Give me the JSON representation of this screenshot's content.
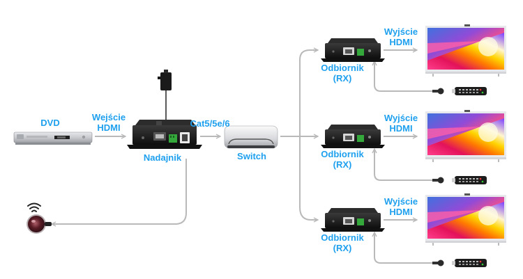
{
  "colors": {
    "label": "#1ea0ee",
    "connector": "#b9b9b9",
    "device_body": "#1b1b1b",
    "background": "#ffffff"
  },
  "source": {
    "name": "DVD",
    "output_label_line1": "Wejście",
    "output_label_line2": "HDMI",
    "icon": "dvd-player-icon"
  },
  "transmitter": {
    "name": "Nadajnik",
    "power_icon": "power-adapter-icon",
    "icon": "hdmi-extender-transmitter-icon"
  },
  "cable": {
    "label": "Cat5/5e/6"
  },
  "switch": {
    "name": "Switch",
    "icon": "network-switch-icon"
  },
  "ir_blaster": {
    "icon": "ir-emitter-icon",
    "signal_icon": "wireless-signal-icon"
  },
  "receivers": [
    {
      "name_line1": "Odbiornik",
      "name_line2": "(RX)",
      "output_label_line1": "Wyjście",
      "output_label_line2": "HDMI",
      "display_icon": "tv-icon",
      "remote_icon": "remote-control-icon",
      "ir_icon": "ir-receiver-icon"
    },
    {
      "name_line1": "Odbiornik",
      "name_line2": "(RX)",
      "output_label_line1": "Wyjście",
      "output_label_line2": "HDMI",
      "display_icon": "tv-icon",
      "remote_icon": "remote-control-icon",
      "ir_icon": "ir-receiver-icon"
    },
    {
      "name_line1": "Odbiornik",
      "name_line2": "(RX)",
      "output_label_line1": "Wyjście",
      "output_label_line2": "HDMI",
      "display_icon": "tv-icon",
      "remote_icon": "remote-control-icon",
      "ir_icon": "ir-receiver-icon"
    }
  ]
}
